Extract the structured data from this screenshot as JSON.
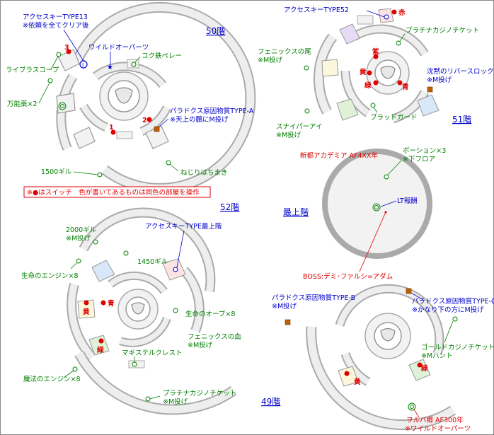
{
  "floors": {
    "f50": "50階",
    "f51": "51階",
    "f52": "52階",
    "top": "最上階",
    "f49": "49階"
  },
  "f50": {
    "access13_a": "アクセスキーTYPE13",
    "access13_b": "※依頼を全てクリア後",
    "wild_oparts": "ワイルドオーパーツ",
    "cobalt": "コク鉄ペレー",
    "libra": "ライブラスコープ",
    "elixir": "万能薬×2",
    "paradox_a": "パラドクス原因物質TYPE-A",
    "paradox_a_note": "※天上の鵬にM投げ",
    "gil1500": "1500ギル",
    "screw": "ねじりはちまき",
    "num1": "1",
    "num2": "2",
    "num3": "3"
  },
  "note": "※●はスイッチ　色が書いてあるものは同色の部屋を操作",
  "f51": {
    "access52": "アクセスキーTYPE52",
    "red": "赤",
    "platinum": "プラチナカジノチケット",
    "phoenix_tail_a": "フェニックスの尾",
    "phoenix_tail_b": "※M投げ",
    "purple": "紫",
    "yellow": "黄",
    "green": "緑",
    "blue": "青",
    "reverse_rock_a": "沈黙のリバースロック",
    "reverse_rock_b": "※M投げ",
    "sniper_a": "スナイパーアイ",
    "sniper_b": "※M投げ",
    "blood_guard": "ブラッドガード"
  },
  "f52": {
    "gil2000_a": "2000ギル",
    "gil2000_b": "※M投げ",
    "access_top": "アクセスキーTYPE最上階",
    "gil1450": "1450ギル",
    "life_engine": "生命のエンジン×8",
    "yellow": "黄",
    "blue": "青",
    "life_orb": "生命のオーブ×8",
    "phoenix_blood_a": "フェニックスの血",
    "phoenix_blood_b": "※M投げ",
    "green": "緑",
    "magistel": "マギステルクレスト",
    "magic_engine": "魔法のエンジン×8",
    "platinum_a": "プラチナカジノチケット",
    "platinum_b": "※M投げ"
  },
  "top": {
    "academia": "新都アカデミア AF4XX年",
    "potion_a": "ポーション×3",
    "potion_b": "※下フロア",
    "lt": "LT報酬",
    "boss": "BOSS:デミ･ファルシ=アダム"
  },
  "f49": {
    "paradox_b_a": "パラドクス原因物質TYPE-B",
    "paradox_b_b": "※M投げ",
    "paradox_c_a": "パラドクス原因物質TYPE-C",
    "paradox_c_b": "※かなり下の方にM投げ",
    "gold_a": "ゴールドカジノチケット",
    "gold_b": "※Mハント",
    "green": "緑",
    "yellow": "黄",
    "yarubo_a": "ヲルバ郷 AF300年",
    "yarubo_b": "※ワイルドオーパーツ"
  },
  "colors": {
    "label_green": "#008000",
    "label_blue": "#0000cc",
    "label_red": "#e00000",
    "switch": "#e00000",
    "marker": "#c06000"
  }
}
